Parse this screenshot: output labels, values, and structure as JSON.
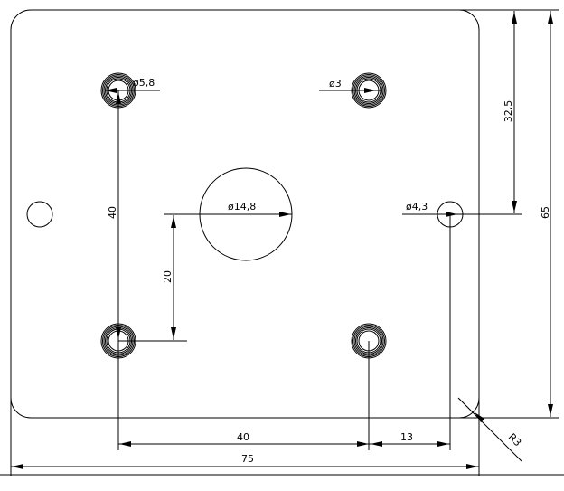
{
  "drawing": {
    "title": "plate-dimension-drawing",
    "colors": {
      "line": "#000000",
      "background": "#ffffff"
    },
    "labels": {
      "hole_top_left_diameter": "ø5,8",
      "hole_top_right_diameter": "ø3",
      "center_hole_diameter": "ø14,8",
      "side_hole_diameter": "ø4,3",
      "corner_radius": "R3"
    },
    "dimensions": {
      "vertical_hole_spacing": "40",
      "center_to_bottom_hole": "20",
      "top_edge_to_side_hole": "32,5",
      "plate_height": "65",
      "horizontal_hole_spacing": "40",
      "hole_to_side_hole": "13",
      "plate_width": "75"
    }
  }
}
